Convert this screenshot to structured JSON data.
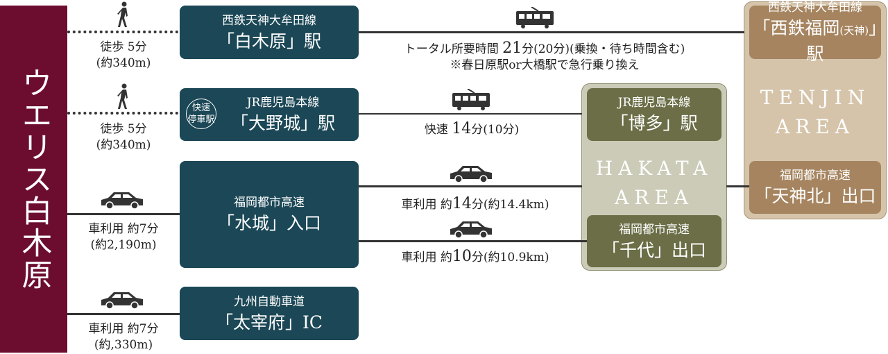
{
  "origin": {
    "label": "ウエリス白木原"
  },
  "routes": [
    {
      "mode": "walk",
      "time": "徒歩 5分",
      "dist": "(約340m)",
      "box_sub": "西鉄天神大牟田線",
      "box_main": "「白木原」駅"
    },
    {
      "mode": "walk",
      "time": "徒歩 5分",
      "dist": "(約340m)",
      "badge": [
        "快速",
        "停車駅"
      ],
      "box_sub": "JR鹿児島本線",
      "box_main": "「大野城」駅"
    },
    {
      "mode": "car",
      "time": "車利用 約7分",
      "dist": "(約2,190m)",
      "box_sub": "福岡都市高速",
      "box_main": "「水城」入口"
    },
    {
      "mode": "car",
      "time": "車利用 約7分",
      "dist": "(約,330m)",
      "box_sub": "九州自動車道",
      "box_main": "「太宰府」IC"
    }
  ],
  "legs": {
    "nishitetsu": {
      "pre": "トータル所要時間 ",
      "num": "21",
      "post": "分(20分)(乗換・待ち時間含む)",
      "note": "※春日原駅or大橋駅で急行乗り換え"
    },
    "jr": {
      "pre": "快速 ",
      "num": "14",
      "post": "分(10分)"
    },
    "tenjin_kita": {
      "pre": "車利用 約",
      "num": "14",
      "post": "分(約14.4km)"
    },
    "chiyo": {
      "pre": "車利用 約",
      "num": "10",
      "post": "分(約10.9km)"
    }
  },
  "tenjin": {
    "name": [
      "TENJIN",
      "AREA"
    ],
    "station_sub": "西鉄天神大牟田線",
    "station_main": "「西鉄福岡",
    "station_paren": "(天神)",
    "station_end": "」駅",
    "exit_sub": "福岡都市高速",
    "exit_main": "「天神北」出口"
  },
  "hakata": {
    "name": [
      "HAKATA",
      "AREA"
    ],
    "station_sub": "JR鹿児島本線",
    "station_main": "「博多」駅",
    "exit_sub": "福岡都市高速",
    "exit_main": "「千代」出口"
  }
}
